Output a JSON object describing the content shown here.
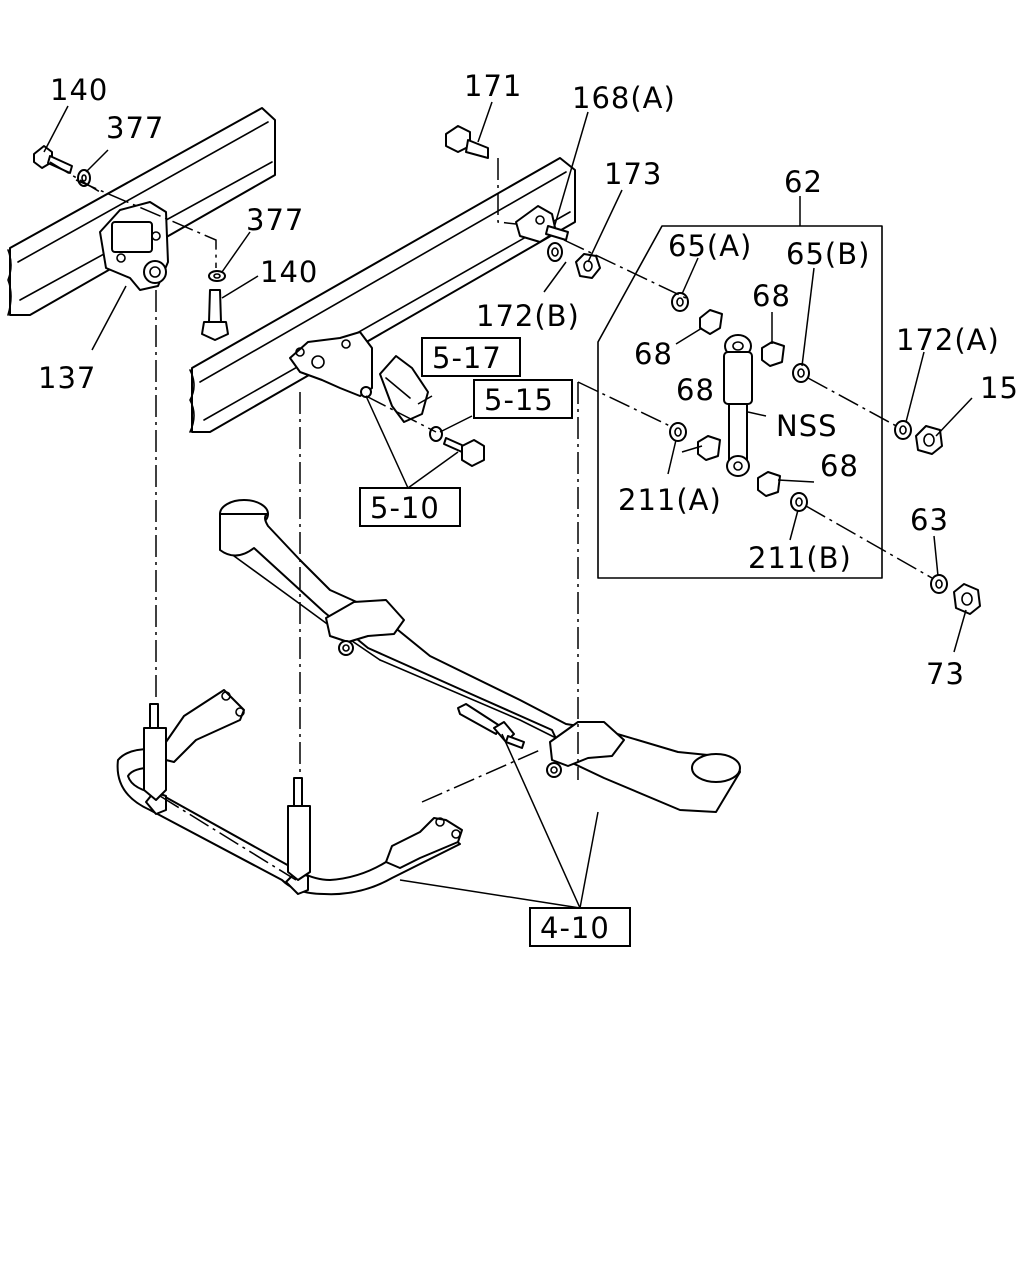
{
  "callouts": {
    "c140a": "140",
    "c377a": "377",
    "c377b": "377",
    "c140b": "140",
    "c137": "137",
    "c171": "171",
    "c168a": "168(A)",
    "c173": "173",
    "c172b": "172(B)",
    "c62": "62",
    "c65a": "65(A)",
    "c65b": "65(B)",
    "c68a": "68",
    "c68b": "68",
    "c68c": "68",
    "c68d": "68",
    "c172a": "172(A)",
    "c15": "15",
    "cnss": "NSS",
    "c211a": "211(A)",
    "c211b": "211(B)",
    "c63": "63",
    "c73": "73"
  },
  "refs": {
    "r517": "5-17",
    "r515": "5-15",
    "r510": "5-10",
    "r410": "4-10"
  }
}
